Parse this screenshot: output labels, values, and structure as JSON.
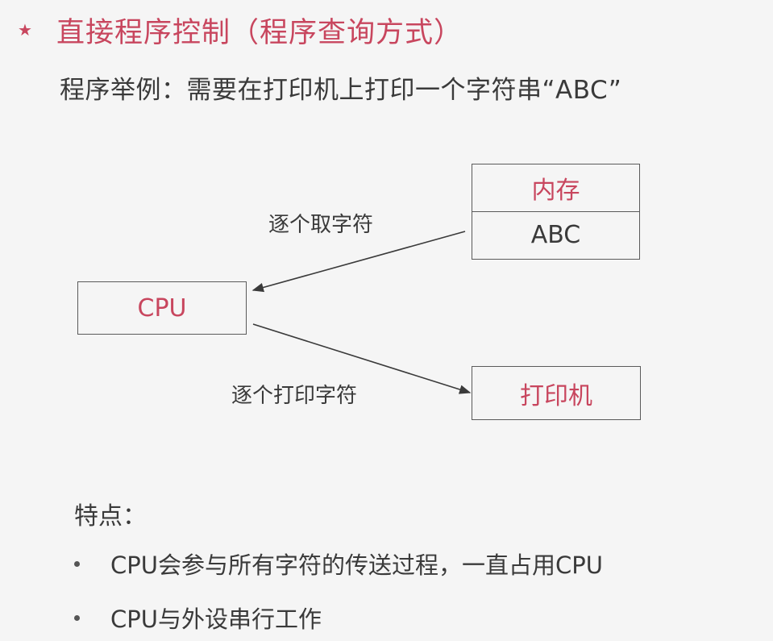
{
  "title": {
    "star": "★",
    "text": "直接程序控制（程序查询方式）"
  },
  "example": "程序举例：需要在打印机上打印一个字符串“ABC”",
  "diagram": {
    "cpu_label": "CPU",
    "memory_header": "内存",
    "memory_content": "ABC",
    "printer_label": "打印机",
    "fetch_label": "逐个取字符",
    "print_label": "逐个打印字符"
  },
  "features": {
    "title": "特点：",
    "items": [
      "CPU会参与所有字符的传送过程，一直占用CPU",
      "CPU与外设串行工作"
    ]
  },
  "colors": {
    "accent": "#c8465e",
    "text": "#3a3a3a",
    "background": "#f5f5f5"
  }
}
